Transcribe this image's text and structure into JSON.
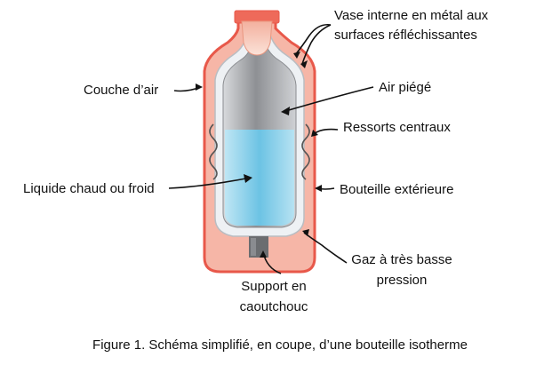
{
  "labels": {
    "inner_vessel_1": "Vase interne en métal aux",
    "inner_vessel_2": "surfaces réfléchissantes",
    "air_layer": "Couche d’air",
    "trapped_air": "Air piégé",
    "springs": "Ressorts centraux",
    "liquid": "Liquide chaud ou froid",
    "outer_bottle": "Bouteille extérieure",
    "gas_1": "Gaz à très basse",
    "gas_2": "pression",
    "support_1": "Support en",
    "support_2": "caoutchouc"
  },
  "caption": "Figure 1. Schéma simplifié, en coupe, d’une bouteille isotherme",
  "colors": {
    "outer_shell": "#e8584a",
    "outer_fill": "#f7b3a3",
    "inner_wall": "#e6eaef",
    "metal": "#a7a9ad",
    "liquid": "#7fcde8",
    "stopper": "#f7c7b8",
    "rubber": "#6b6d70"
  }
}
